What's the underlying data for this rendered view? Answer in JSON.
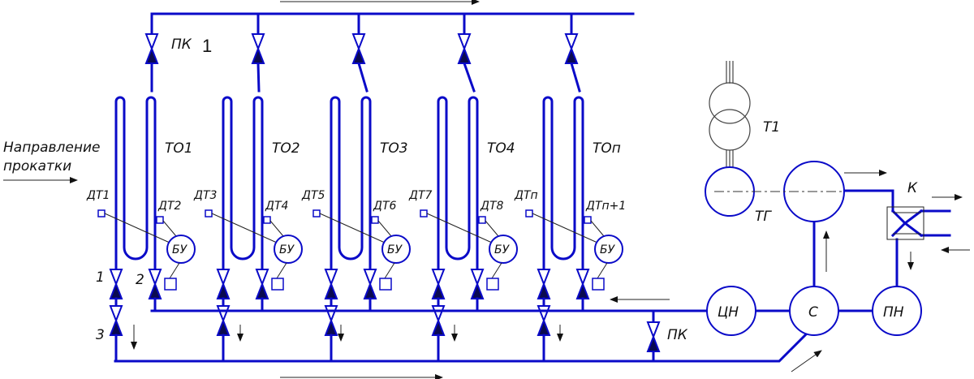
{
  "labels": {
    "pk_top": "ПК",
    "pk_top_index": "1",
    "rolling_direction_line1": "Направление",
    "rolling_direction_line2": "прокатки",
    "exchangers": [
      "ТО1",
      "ТО2",
      "ТО3",
      "ТО4",
      "ТОп"
    ],
    "sensors": [
      "ДТ1",
      "ДТ2",
      "ДТ3",
      "ДТ4",
      "ДТ5",
      "ДТ6",
      "ДТ7",
      "ДТ8",
      "ДТп",
      "ДТп+1"
    ],
    "control_unit": "БУ",
    "valve_numbers": [
      "1",
      "2",
      "3"
    ],
    "pk_bottom": "ПК",
    "pump_cn": "ЦН",
    "separator": "С",
    "pump_pn": "ПН",
    "turbine": "Т1",
    "generator": "ТГ",
    "condenser": "К"
  }
}
